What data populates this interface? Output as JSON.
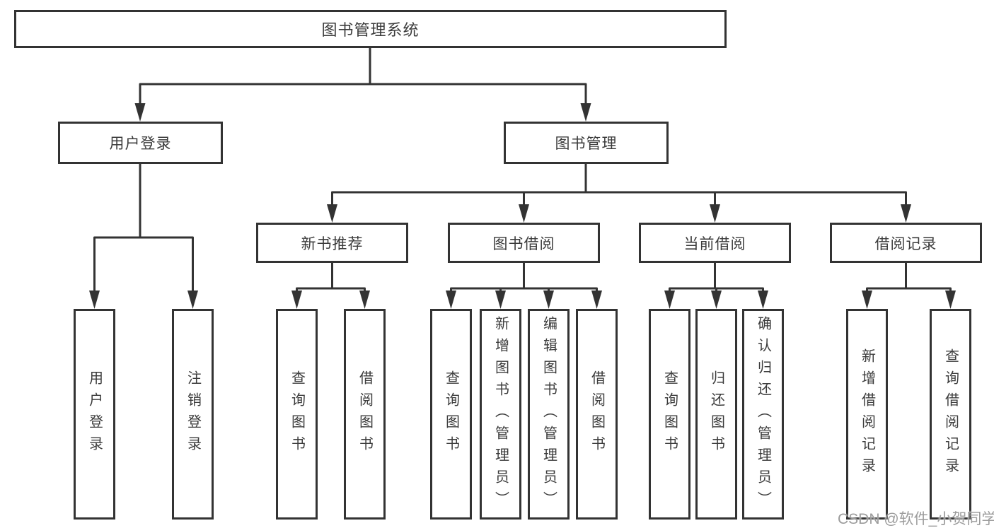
{
  "diagram_type": "functional-structure-tree",
  "tree": {
    "root": "图书管理系统",
    "user_login": {
      "label": "用户登录",
      "children": [
        "用户登录",
        "注销登录"
      ]
    },
    "book_mgmt": {
      "label": "图书管理"
    },
    "new_books": {
      "label": "新书推荐",
      "children": [
        "查询图书",
        "借阅图书"
      ]
    },
    "borrowing": {
      "label": "图书借阅",
      "children": [
        "查询图书",
        "新增图书（管理员）",
        "编辑图书（管理员）",
        "借阅图书"
      ]
    },
    "current_borrow": {
      "label": "当前借阅",
      "children": [
        "查询图书",
        "归还图书",
        "确认归还（管理员）"
      ]
    },
    "borrow_records": {
      "label": "借阅记录",
      "children": [
        "新增借阅记录",
        "查询借阅记录"
      ]
    }
  },
  "colors": {
    "line": "#333333",
    "text": "#3b3b3b",
    "watermark": "#9c9c9c",
    "background": "#ffffff"
  },
  "watermark": "CSDN @软件_小贺同学"
}
